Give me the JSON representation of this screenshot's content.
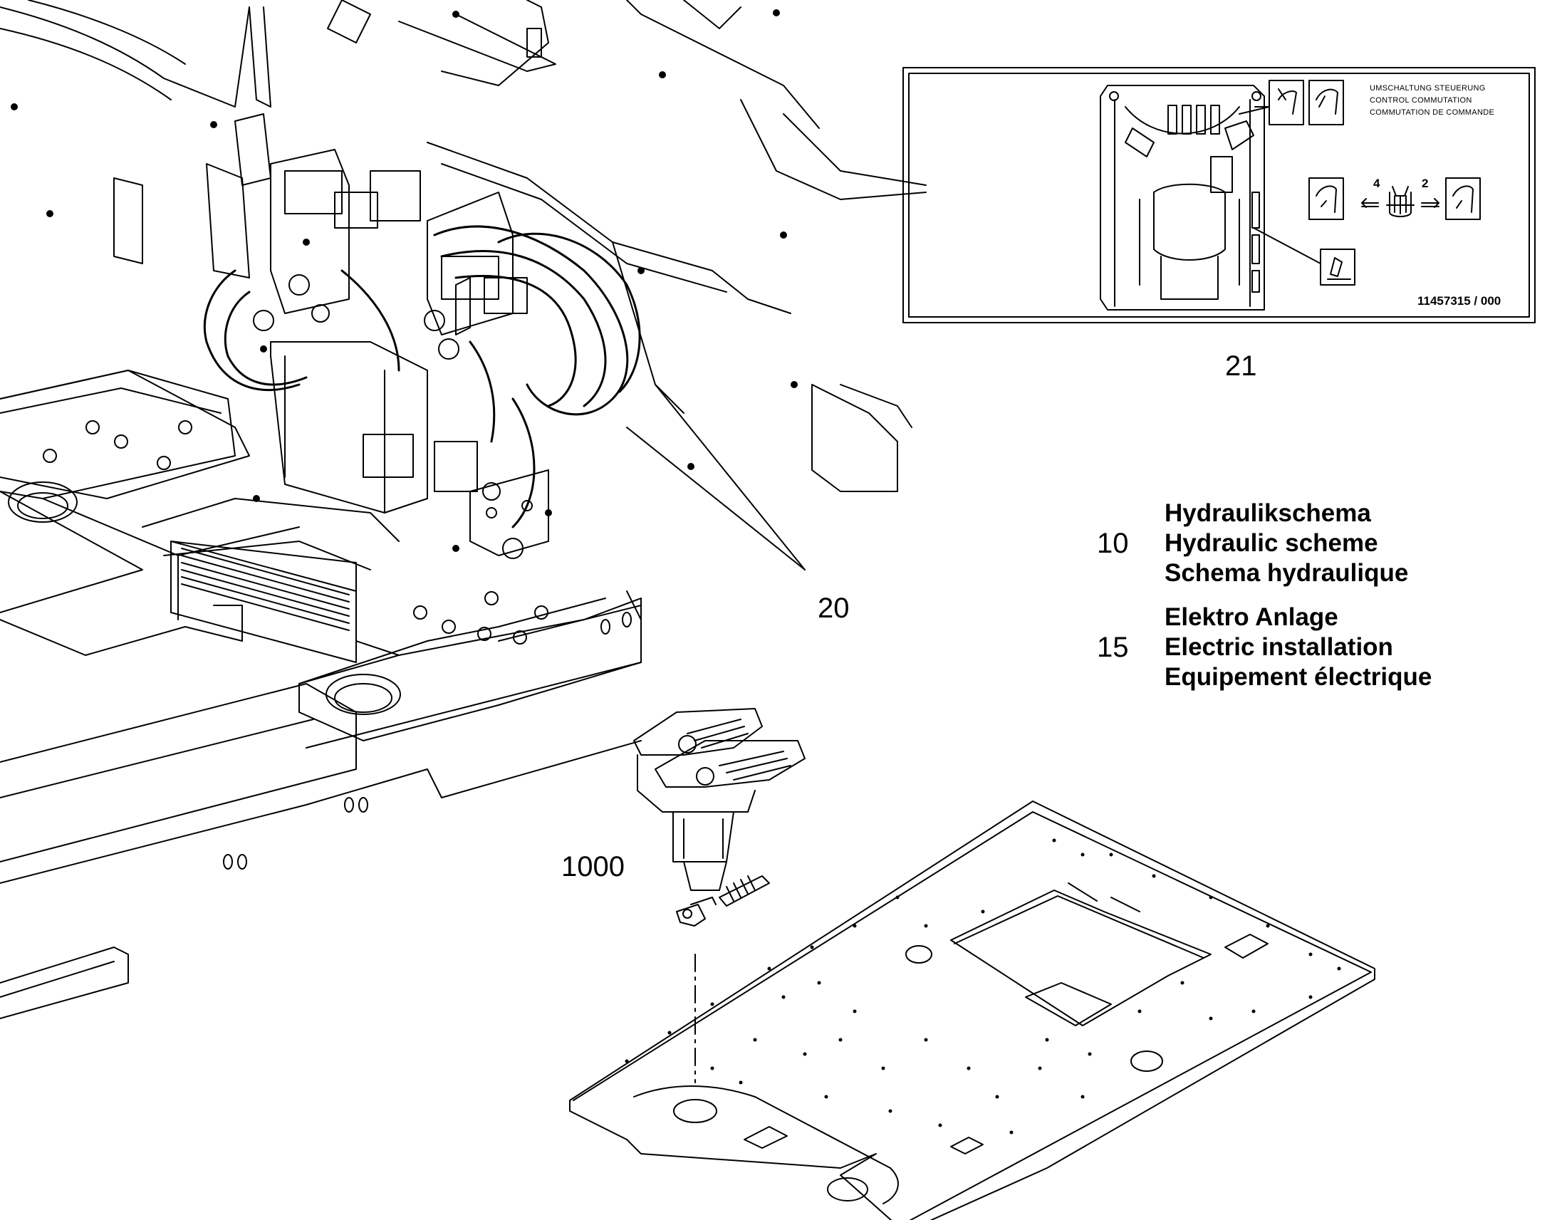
{
  "callouts": {
    "c20": "20",
    "c21": "21",
    "c1000": "1000"
  },
  "legend": [
    {
      "number": "10",
      "lines": [
        "Hydraulikschema",
        "Hydraulic scheme",
        "Schema hydraulique"
      ]
    },
    {
      "number": "15",
      "lines": [
        "Elektro Anlage",
        "Electric installation",
        "Equipement électrique"
      ]
    }
  ],
  "decal": {
    "text_de": "UMSCHALTUNG STEUERUNG",
    "text_en": "CONTROL COMMUTATION",
    "text_fr": "COMMUTATION DE COMMANDE",
    "arrow_left_number": "4",
    "arrow_right_number": "2",
    "part_code": "11457315 / 000"
  }
}
